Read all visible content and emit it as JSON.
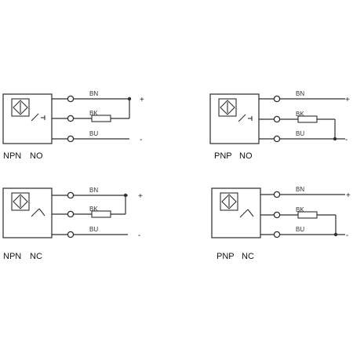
{
  "circuits": [
    {
      "id": "npn-no",
      "type_label": "NPN",
      "contact_label": "NO",
      "wires": {
        "brown": "BN",
        "black": "BK",
        "blue": "BU"
      },
      "signs": {
        "positive": "+",
        "negative": "-"
      },
      "load_to": "positive",
      "contact": "no"
    },
    {
      "id": "pnp-no",
      "type_label": "PNP",
      "contact_label": "NO",
      "wires": {
        "brown": "BN",
        "black": "BK",
        "blue": "BU"
      },
      "signs": {
        "positive": "+",
        "negative": "-"
      },
      "load_to": "negative",
      "contact": "no"
    },
    {
      "id": "npn-nc",
      "type_label": "NPN",
      "contact_label": "NC",
      "wires": {
        "brown": "BN",
        "black": "BK",
        "blue": "BU"
      },
      "signs": {
        "positive": "+",
        "negative": "-"
      },
      "load_to": "positive",
      "contact": "nc"
    },
    {
      "id": "pnp-nc",
      "type_label": "PNP",
      "contact_label": "NC",
      "wires": {
        "brown": "BN",
        "black": "BK",
        "blue": "BU"
      },
      "signs": {
        "positive": "+",
        "negative": "-"
      },
      "load_to": "negative",
      "contact": "nc"
    }
  ]
}
